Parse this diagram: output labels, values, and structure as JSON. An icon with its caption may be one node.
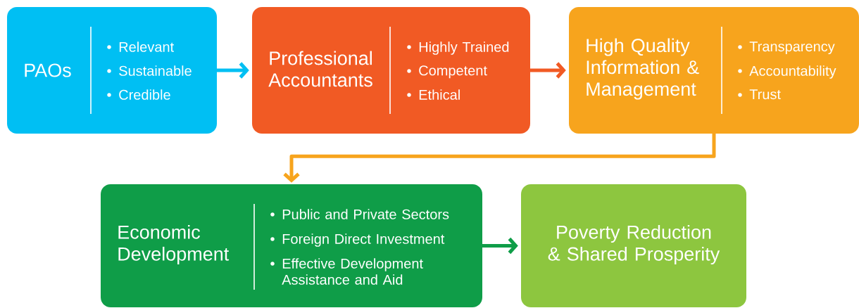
{
  "diagram": {
    "nodes": [
      {
        "text": [
          "PAOs",
          "Relevant",
          "Sustainable",
          "Credible"
        ]
      },
      {
        "text": [
          "Professional Accountants",
          "Highly Trained",
          "Competent",
          "Ethical"
        ]
      },
      {
        "text": [
          "High Quality Information & Management",
          "Transparency",
          "Accountability",
          "Trust"
        ]
      },
      {
        "text": [
          "Economic Development",
          "Public and Private Sectors",
          "Foreign Direct Investment",
          "Effective Development Assistance and Aid"
        ]
      },
      {
        "text": [
          "Poverty Reduction & Shared Prosperity"
        ]
      }
    ],
    "edges": [
      {
        "from": 0,
        "to": 1,
        "arrow": "to",
        "color": "#00bff3"
      },
      {
        "from": 1,
        "to": 2,
        "arrow": "to",
        "color": "#f15a24"
      },
      {
        "from": 2,
        "to": 3,
        "arrow": "to",
        "color": "#f7a41d"
      },
      {
        "from": 3,
        "to": 4,
        "arrow": "to",
        "color": "#0f9d48"
      }
    ]
  }
}
